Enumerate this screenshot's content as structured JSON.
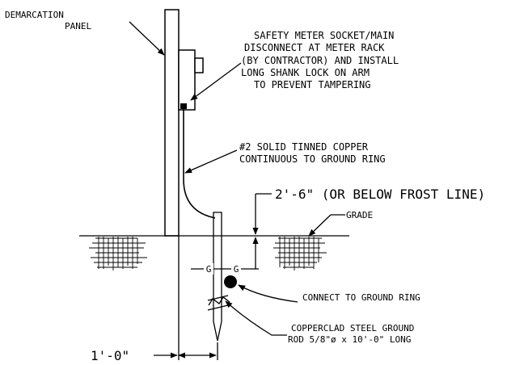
{
  "labels": {
    "demarcation_1": "DEMARCATION",
    "demarcation_2": "PANEL",
    "meter_1": "SAFETY METER SOCKET/MAIN",
    "meter_2": "DISCONNECT AT METER RACK",
    "meter_3": "(BY CONTRACTOR) AND INSTALL",
    "meter_4": "LONG SHANK LOCK ON ARM",
    "meter_5": "TO PREVENT TAMPERING",
    "copper_1": "#2 SOLID TINNED COPPER",
    "copper_2": "CONTINUOUS TO GROUND RING",
    "depth": "2'-6\" (OR BELOW FROST LINE)",
    "grade": "GRADE",
    "g_left": "G",
    "g_right": "G",
    "connect": "CONNECT TO GROUND RING",
    "rod_1": "COPPERCLAD STEEL GROUND",
    "rod_2": "ROD 5/8\"ø x 10'-0\" LONG",
    "distance": "1'-0\""
  }
}
